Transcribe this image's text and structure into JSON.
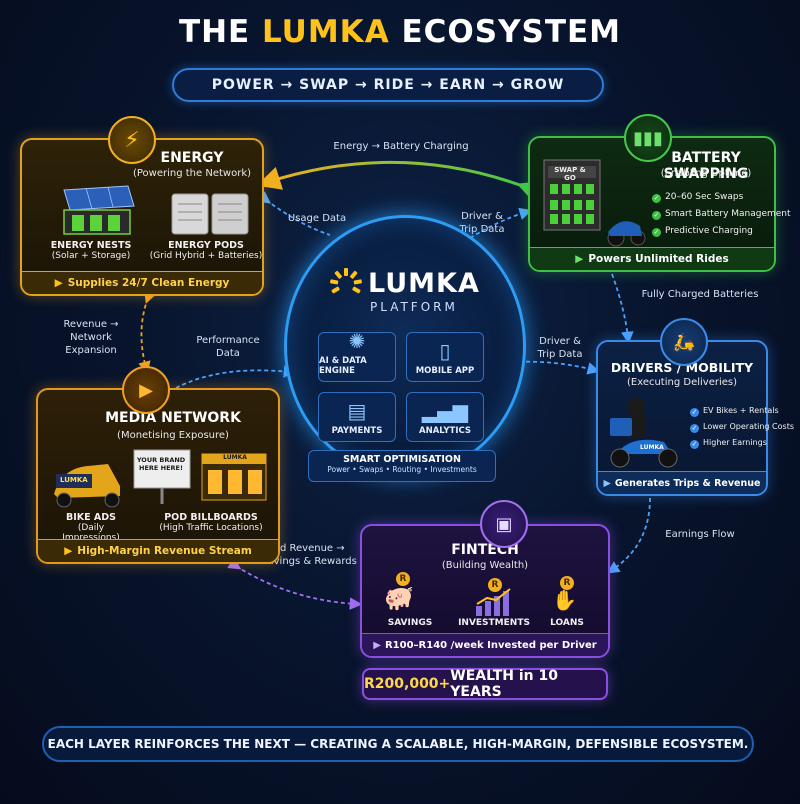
{
  "title": {
    "prefix": "THE ",
    "brand": "LUMKA",
    "suffix": " ECOSYSTEM"
  },
  "flow": "POWER → SWAP → RIDE → EARN → GROW",
  "energy": {
    "title": "ENERGY",
    "subtitle": "(Powering the Network)",
    "nests_title": "ENERGY NESTS",
    "nests_sub": "(Solar + Storage)",
    "pods_title": "ENERGY PODS",
    "pods_sub": "(Grid Hybrid + Batteries)",
    "footer": "Supplies 24/7 Clean Energy"
  },
  "battery": {
    "title": "BATTERY SWAPPING",
    "subtitle": "(Enabling Uptime)",
    "station_sign": "SWAP & GO",
    "bullets": [
      "20–60 Sec Swaps",
      "Smart Battery Management",
      "Predictive Charging"
    ],
    "footer": "Powers Unlimited Rides"
  },
  "drivers": {
    "title": "DRIVERS / MOBILITY",
    "subtitle": "(Executing Deliveries)",
    "scooter_brand": "LUMKA",
    "bullets": [
      "EV Bikes + Rentals",
      "Lower Operating Costs",
      "Higher Earnings"
    ],
    "footer": "Generates Trips & Revenue"
  },
  "media": {
    "title": "MEDIA NETWORK",
    "subtitle": "(Monetising Exposure)",
    "bike_brand": "LUMKA",
    "billboard_text": "YOUR BRAND HERE HERE!",
    "store_sign": "LUMKA",
    "bike_ads_title": "BIKE ADS",
    "bike_ads_sub": "(Daily Impressions)",
    "billboards_title": "POD BILLBOARDS",
    "billboards_sub": "(High Traffic Locations)",
    "footer": "High-Margin Revenue Stream"
  },
  "fintech": {
    "title": "FINTECH",
    "subtitle": "(Building Wealth)",
    "coin": "R",
    "items": [
      "SAVINGS",
      "INVESTMENTS",
      "LOANS"
    ],
    "footer": "R100–R140 /week Invested per Driver"
  },
  "platform": {
    "brand": "LUMKA",
    "sub": "PLATFORM",
    "tiles": [
      "AI & DATA ENGINE",
      "MOBILE APP",
      "PAYMENTS",
      "ANALYTICS"
    ],
    "opt_title": "SMART OPTIMISATION",
    "opt_sub": "Power • Swaps • Routing • Investments"
  },
  "flows": {
    "energy_battery": "Energy → Battery Charging",
    "usage_data": "Usage Data",
    "driver_trip_1": "Driver &\nTrip Data",
    "fully_charged": "Fully Charged Batteries",
    "driver_trip_2": "Driver &\nTrip Data",
    "revenue_network": "Revenue →\nNetwork\nExpansion",
    "performance": "Performance\nData",
    "earnings_flow": "Earnings Flow",
    "ad_revenue": "Ad Revenue →\nSavings & Rewards"
  },
  "wealth": {
    "amount": "R200,000+",
    "rest": " WEALTH in 10 YEARS"
  },
  "bottom": "EACH LAYER REINFORCES THE NEXT — CREATING A SCALABLE, HIGH-MARGIN, DEFENSIBLE ECOSYSTEM.",
  "colors": {
    "energy": "#e3a21a",
    "battery": "#3fbf45",
    "drivers": "#3a8ae8",
    "fintech": "#8a4fe0",
    "platform": "#2c9cf5",
    "brand": "#ffc21a"
  }
}
